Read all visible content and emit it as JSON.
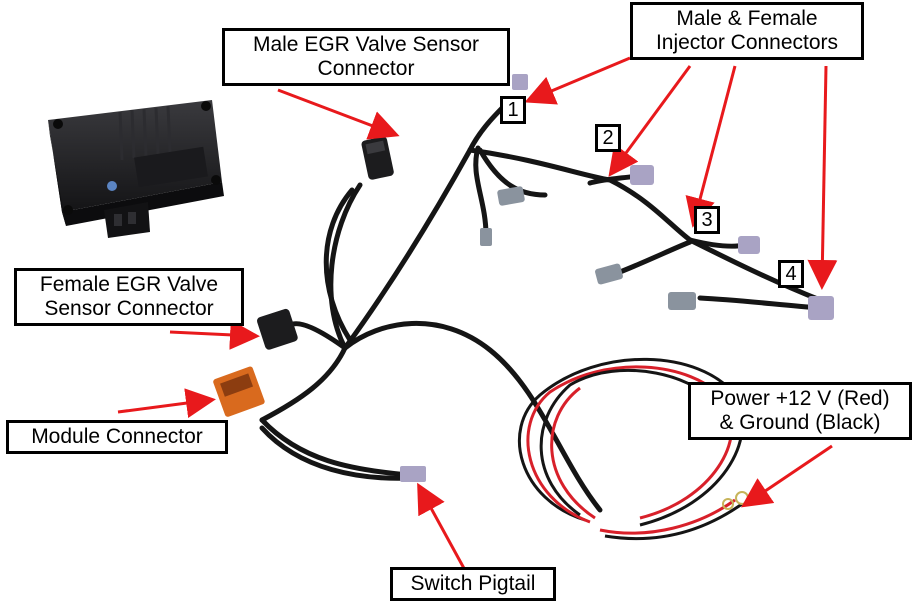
{
  "labels": {
    "injectors": [
      "Male & Female",
      "Injector Connectors"
    ],
    "male_egr": [
      "Male EGR Valve Sensor",
      "Connector"
    ],
    "female_egr": [
      "Female EGR Valve",
      "Sensor Connector"
    ],
    "module": "Module Connector",
    "power": [
      "Power +12 V (Red)",
      "& Ground (Black)"
    ],
    "switch": "Switch Pigtail"
  },
  "injector_numbers": [
    "1",
    "2",
    "3",
    "4"
  ],
  "colors": {
    "arrow": "#e8191c",
    "wire_black": "#151515",
    "wire_red": "#d8202a",
    "connector_grey": "#8a939e",
    "connector_lilac": "#a9a3c4",
    "module_orange": "#d96a1e",
    "module_body": "#1c1c1e"
  }
}
